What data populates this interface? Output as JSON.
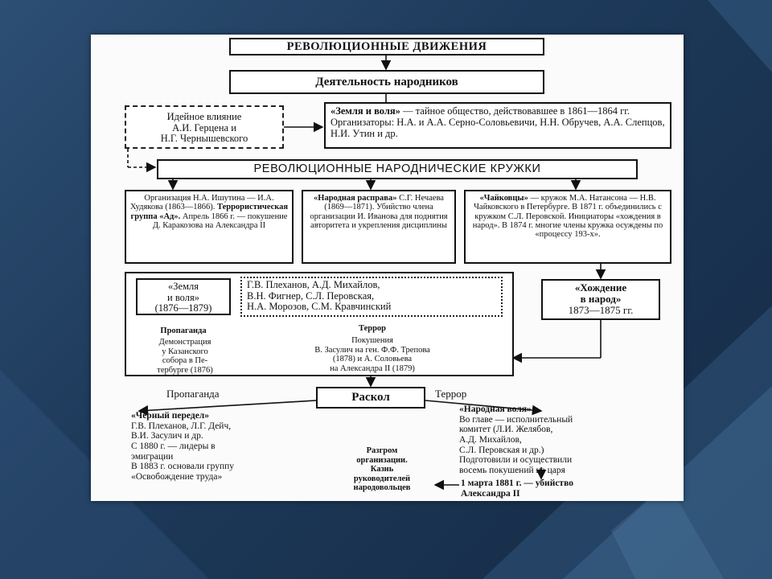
{
  "diagram": {
    "title": "РЕВОЛЮЦИОННЫЕ ДВИЖЕНИЯ",
    "subtitle": "Деятельность народников",
    "influence": [
      "Идейное влияние",
      "А.И. Герцена и",
      "Н.Г. Чернышевского"
    ],
    "zemlya_1": {
      "name": "«Земля и воля»",
      "text": "— тайное общество, действовавшее в 1861—1864 гг. Организаторы: Н.А. и А.А. Серно-Соловьевичи, Н.Н. Обручев, А.А. Слепцов, Н.И. Утин и др."
    },
    "circles_header": "РЕВОЛЮЦИОННЫЕ НАРОДНИЧЕСКИЕ КРУЖКИ",
    "ishutin": {
      "text": "Организация Н.А. Ишутина — И.А. Худякова (1863—1866).",
      "bold": "Террористическая группа «Ад».",
      "tail": "Апрель 1866 г. — покушение Д. Каракозова на Александра II"
    },
    "rasprava": {
      "name": "«Народная расправа»",
      "text": "С.Г. Нечаева (1869—1871). Убийство члена организации И. Иванова для поднятия авторитета и укрепления дисциплины"
    },
    "chaikovtsy": {
      "name": "«Чайковцы»",
      "text": "— кружок М.А. Натансона — Н.В. Чайковского в Петербурге. В 1871 г. объединились с кружком С.Л. Перовской. Инициаторы «хождения в народ». В 1874 г. многие члены кружка осуждены по «процессу 193-х»."
    },
    "zemlya_2": [
      "«Земля",
      "и воля»",
      "(1876—1879)"
    ],
    "zemlya_2_members": [
      "Г.В. Плеханов, А.Д. Михайлов,",
      "В.Н. Фигнер, С.Л. Перовская,",
      "Н.А. Морозов, С.М. Кравчинский"
    ],
    "khozhdenie": [
      "«Хождение",
      "в народ»",
      "1873—1875 гг."
    ],
    "propaganda_head": "Пропаганда",
    "propaganda_text": [
      "Демонстрация",
      "у Казанского",
      "собора в Пе-",
      "тербурге (1876)"
    ],
    "terror_head": "Террор",
    "terror_text": [
      "Покушения",
      "В. Засулич на ген. Ф.Ф. Трепова",
      "(1878) и А. Соловьева",
      "на Александра II (1879)"
    ],
    "raskol": "Раскол",
    "left_label": "Пропаганда",
    "right_label": "Террор",
    "cherny": {
      "name": "«Черный передел»",
      "lines": [
        "Г.В. Плеханов, Л.Г. Дейч,",
        "В.И. Засулич и др.",
        "С 1880 г. — лидеры в",
        "эмиграции",
        "В 1883 г. основали группу",
        "«Освобождение труда»"
      ]
    },
    "narodnaya": {
      "name": "«Народная воля»",
      "lines": [
        "Во главе — исполнительный",
        "комитет (Л.И. Желябов,",
        "А.Д. Михайлов,",
        "С.Л. Перовская и др.)",
        "Подготовили и осуществили",
        "восемь покушений на царя"
      ]
    },
    "march": [
      "1 марта 1881 г. — убийство",
      "Александра II"
    ],
    "razgrom": [
      "Разгром",
      "организации.",
      "Казнь",
      "руководителей",
      "народовольцев"
    ]
  }
}
